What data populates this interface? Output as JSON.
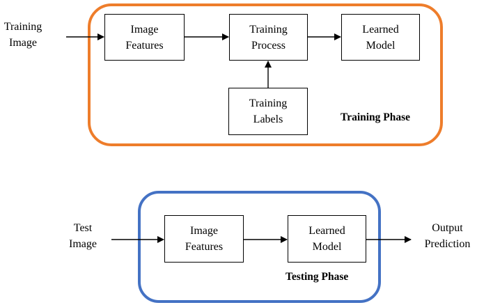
{
  "training": {
    "input": [
      "Training",
      "Image"
    ],
    "features": [
      "Image",
      "Features"
    ],
    "process": [
      "Training",
      "Process"
    ],
    "model": [
      "Learned",
      "Model"
    ],
    "labels": [
      "Training",
      "Labels"
    ],
    "phase_label": "Training Phase",
    "frame_color": "#EE7D2B"
  },
  "testing": {
    "input": [
      "Test",
      "Image"
    ],
    "features": [
      "Image",
      "Features"
    ],
    "model": [
      "Learned",
      "Model"
    ],
    "output": [
      "Output",
      "Prediction"
    ],
    "phase_label": "Testing Phase",
    "frame_color": "#4472C4"
  }
}
